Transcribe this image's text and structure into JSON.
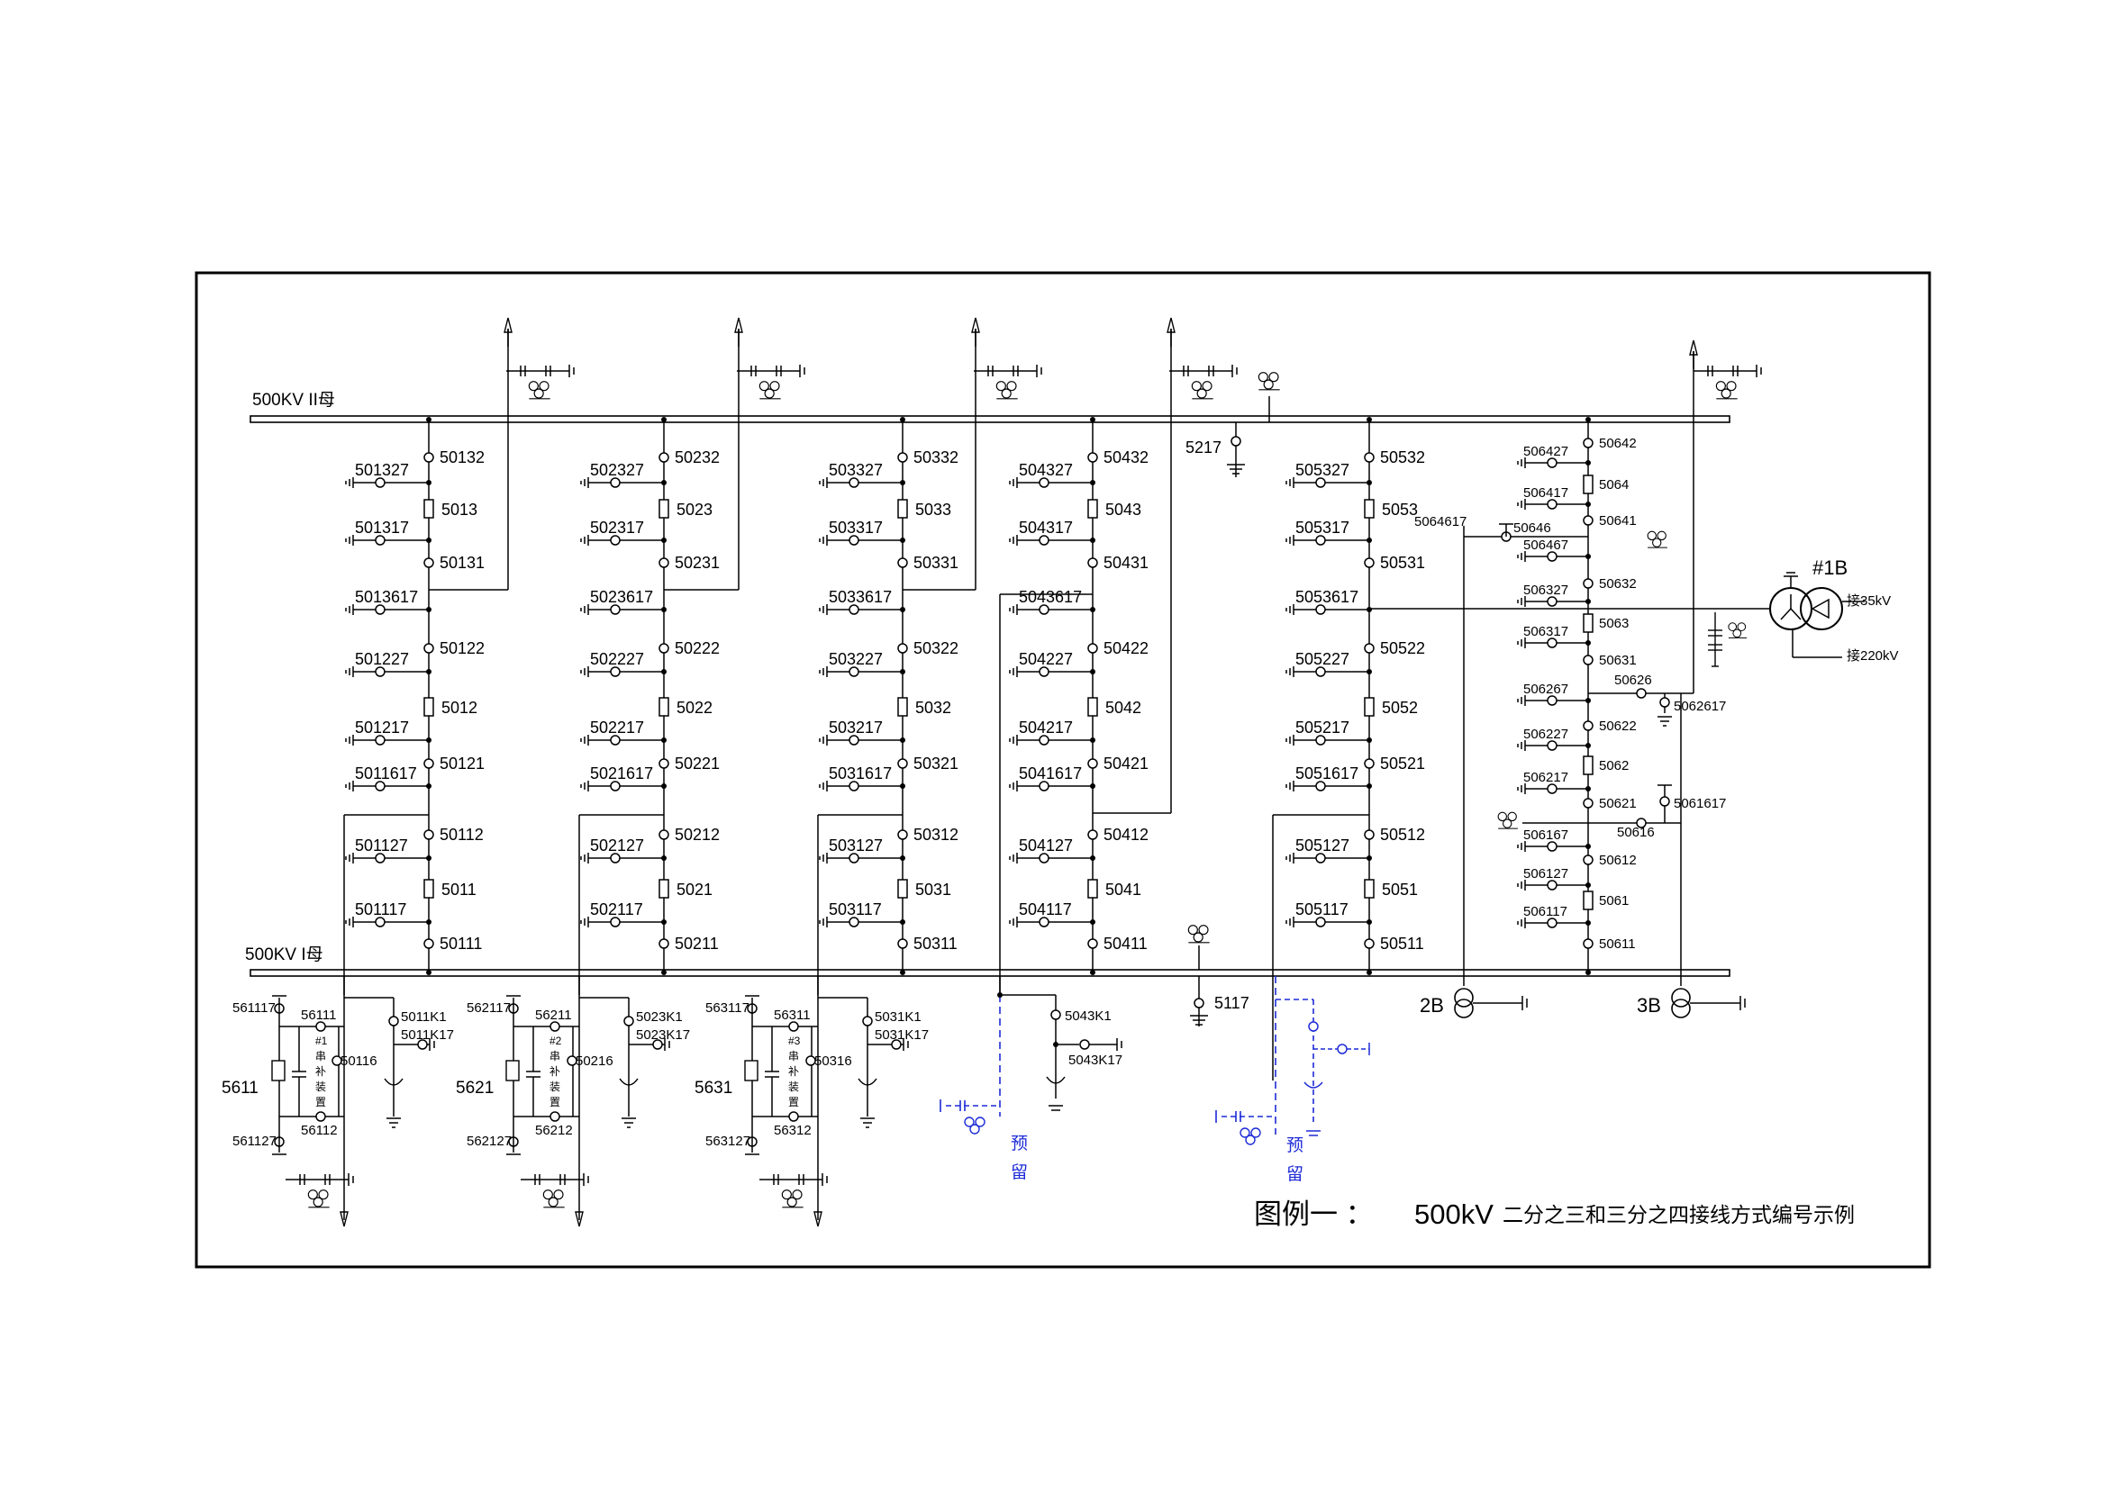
{
  "title": {
    "prefix": "图例一 ：",
    "voltage": "500kV",
    "desc": "二分之三和三分之四接线方式编号示例"
  },
  "buses": {
    "bus2": "500KV II母",
    "bus1": "500KV I母"
  },
  "colors": {
    "line": "#000000",
    "reserved": "#1d2bd6"
  },
  "strings": [
    {
      "id": "s1",
      "labels": [
        "501327",
        "50132",
        "5013",
        "501317",
        "50131",
        "5013617",
        "50122",
        "501227",
        "5012",
        "501217",
        "50121",
        "5011617",
        "50112",
        "501127",
        "5011",
        "501117",
        "50111"
      ]
    },
    {
      "id": "s2",
      "labels": [
        "502327",
        "50232",
        "5023",
        "502317",
        "50231",
        "5023617",
        "50222",
        "502227",
        "5022",
        "502217",
        "50221",
        "5021617",
        "50212",
        "502127",
        "5021",
        "502117",
        "50211"
      ]
    },
    {
      "id": "s3",
      "labels": [
        "503327",
        "50332",
        "5033",
        "503317",
        "50331",
        "5033617",
        "50322",
        "503227",
        "5032",
        "503217",
        "50321",
        "5031617",
        "50312",
        "503127",
        "5031",
        "503117",
        "50311"
      ]
    },
    {
      "id": "s4",
      "labels": [
        "504327",
        "50432",
        "5043",
        "504317",
        "50431",
        "5043617",
        "50422",
        "504227",
        "5042",
        "504217",
        "50421",
        "5041617",
        "50412",
        "504127",
        "5041",
        "504117",
        "50411"
      ]
    },
    {
      "id": "s5",
      "labels": [
        "505327",
        "50532",
        "5053",
        "505317",
        "50531",
        "5053617",
        "50522",
        "505227",
        "5052",
        "505217",
        "50521",
        "5051617",
        "50512",
        "505127",
        "5051",
        "505117",
        "50511"
      ]
    }
  ],
  "string6": {
    "left": [
      "506427",
      "506417",
      "5064617",
      "50646",
      "506467",
      "506327",
      "506317",
      "506267",
      "506227",
      "506217",
      "506167",
      "506127",
      "506117"
    ],
    "right": [
      "50642",
      "5064",
      "50641",
      "50632",
      "5063",
      "50631",
      "50626",
      "5062617",
      "50622",
      "5062",
      "50621",
      "5061617",
      "50616",
      "50612",
      "5061",
      "50611"
    ]
  },
  "transformers": {
    "t1": "#1B",
    "t1_35kv": "接35kV",
    "t1_220kv": "接220kV",
    "t2": "2B",
    "t3": "3B"
  },
  "ground_switches": {
    "bus2": "5217",
    "bus1": "5117"
  },
  "compensators": [
    {
      "id": "c1",
      "labels": [
        "561117",
        "56111",
        "5611",
        "561127",
        "56112",
        "50116",
        "5011K1",
        "5011K17"
      ],
      "device": [
        "#1",
        "串",
        "补",
        "装",
        "置"
      ]
    },
    {
      "id": "c2",
      "labels": [
        "562117",
        "56211",
        "5621",
        "562127",
        "56212",
        "50216",
        "5023K1",
        "5023K17"
      ],
      "device": [
        "#2",
        "串",
        "补",
        "装",
        "置"
      ]
    },
    {
      "id": "c3",
      "labels": [
        "563117",
        "56311",
        "5631",
        "563127",
        "56312",
        "50316",
        "5031K1",
        "5031K17"
      ],
      "device": [
        "#3",
        "串",
        "补",
        "装",
        "置"
      ]
    }
  ],
  "reserved": {
    "r1": {
      "labels": [
        "5043K1",
        "5043K17"
      ],
      "text": [
        "预",
        "留"
      ]
    },
    "r2": {
      "text": [
        "预",
        "留"
      ]
    }
  }
}
